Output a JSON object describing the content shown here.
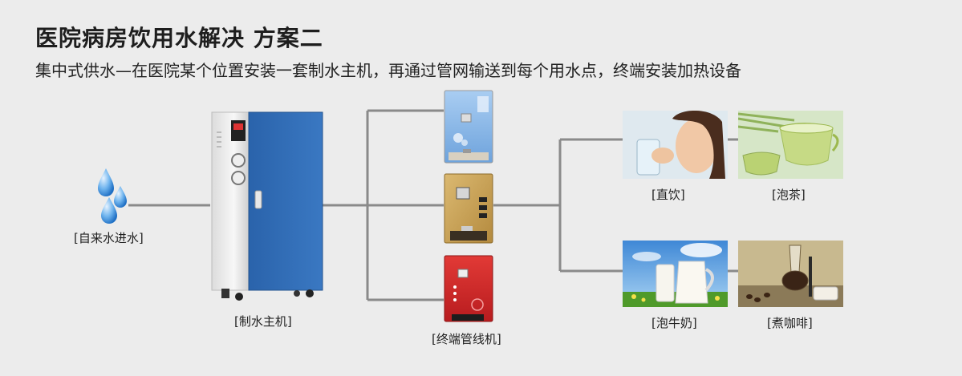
{
  "title": "医院病房饮用水解决  方案二",
  "subtitle": "集中式供水—在医院某个位置安装一套制水主机，再通过管网输送到每个用水点，终端安装加热设备",
  "labels": {
    "tap_water_in": "[自来水进水]",
    "main_unit": "[制水主机]",
    "terminal_units": "[终端管线机]",
    "drink_direct": "[直饮]",
    "brew_tea": "[泡茶]",
    "brew_milk": "[泡牛奶]",
    "brew_coffee": "[煮咖啡]"
  },
  "colors": {
    "line": "#8a8a8a",
    "cabinet_blue": "#2f6bb5",
    "unit_blue": "#7fb1e3",
    "unit_gold": "#c9a45a",
    "unit_red": "#d8262a",
    "water_drop": "#3e8fdc"
  },
  "icons": [
    "water-drops-icon"
  ]
}
